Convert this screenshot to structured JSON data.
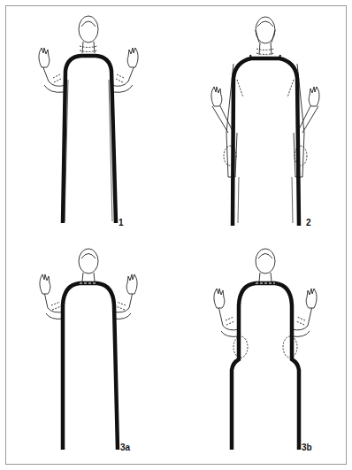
{
  "diagram": {
    "labels": [
      "1",
      "2",
      "3a",
      "3b"
    ]
  }
}
